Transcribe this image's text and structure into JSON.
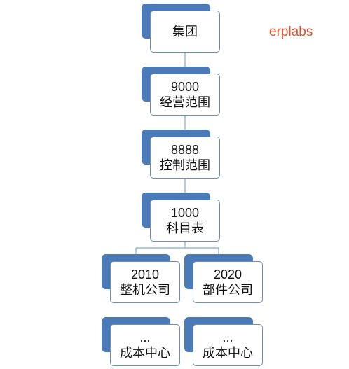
{
  "brand": "erplabs",
  "colors": {
    "node_back": "#4a7ab7",
    "node_border": "#6f8fb8",
    "connector": "#8aa8c8",
    "brand": "#e2522f"
  },
  "nodes": {
    "group": {
      "line1": "集团"
    },
    "operating_scope": {
      "line1": "9000",
      "line2": "经营范围"
    },
    "controlling_area": {
      "line1": "8888",
      "line2": "控制范围"
    },
    "chart_of_accounts": {
      "line1": "1000",
      "line2": "科目表"
    },
    "company_2010": {
      "line1": "2010",
      "line2": "整机公司"
    },
    "company_2020": {
      "line1": "2020",
      "line2": "部件公司"
    },
    "cost_center_2010": {
      "line1": "...",
      "line2": "成本中心"
    },
    "cost_center_2020": {
      "line1": "...",
      "line2": "成本中心"
    }
  }
}
